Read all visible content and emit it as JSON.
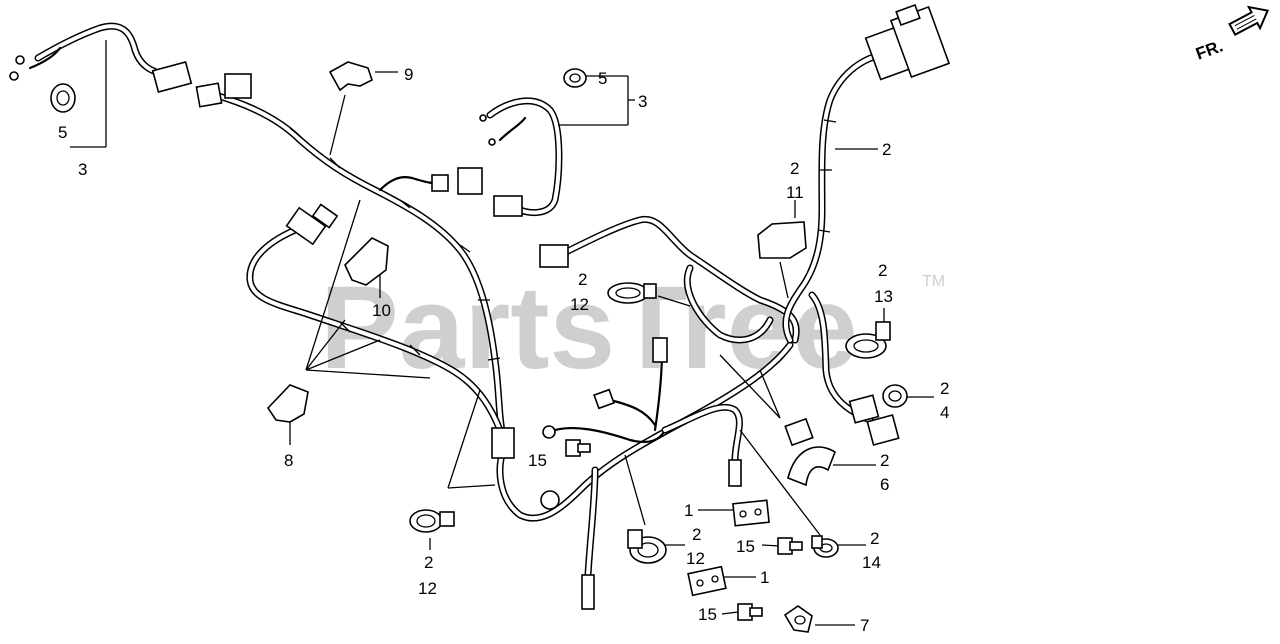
{
  "watermark": {
    "text": "PartsTree",
    "trademark": "TM"
  },
  "direction": {
    "label": "FR."
  },
  "callouts": {
    "c_3_left": "3",
    "c_5_left": "5",
    "c_9": "9",
    "c_5_mid": "5",
    "c_3_mid": "3",
    "c_10": "10",
    "c_8": "8",
    "c_2_top": "2",
    "c_2_11": "2",
    "c_11": "11",
    "c_2_12_mid": "2",
    "c_12_mid": "12",
    "c_2_13": "2",
    "c_13": "13",
    "c_2_4": "2",
    "c_4": "4",
    "c_2_6": "2",
    "c_6": "6",
    "c_15_a": "15",
    "c_1_a": "1",
    "c_2_12_bot": "2",
    "c_12_bot": "12",
    "c_15_b": "15",
    "c_2_14": "2",
    "c_14": "14",
    "c_1_b": "1",
    "c_2_12_left": "2",
    "c_12_left": "12",
    "c_15_c": "15",
    "c_7": "7"
  }
}
